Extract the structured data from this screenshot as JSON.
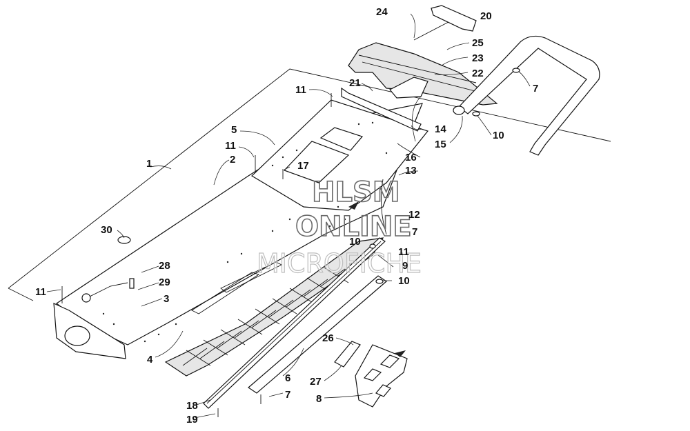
{
  "watermark": {
    "line1": "HLSM",
    "line2": "ONLINE",
    "line3": "MICROFICHE"
  },
  "callouts": {
    "c1": "1",
    "c2": "2",
    "c3": "3",
    "c4": "4",
    "c5": "5",
    "c6": "6",
    "c7a": "7",
    "c7b": "7",
    "c7c": "7",
    "c8": "8",
    "c9": "9",
    "c10a": "10",
    "c10b": "10",
    "c10c": "10",
    "c11a": "11",
    "c11b": "11",
    "c11c": "11",
    "c11d": "11",
    "c12": "12",
    "c13": "13",
    "c14": "14",
    "c15": "15",
    "c16": "16",
    "c17": "17",
    "c18": "18",
    "c19": "19",
    "c20": "20",
    "c21": "21",
    "c22": "22",
    "c23": "23",
    "c24": "24",
    "c25": "25",
    "c26": "26",
    "c27": "27",
    "c28": "28",
    "c29": "29",
    "c30": "30"
  }
}
